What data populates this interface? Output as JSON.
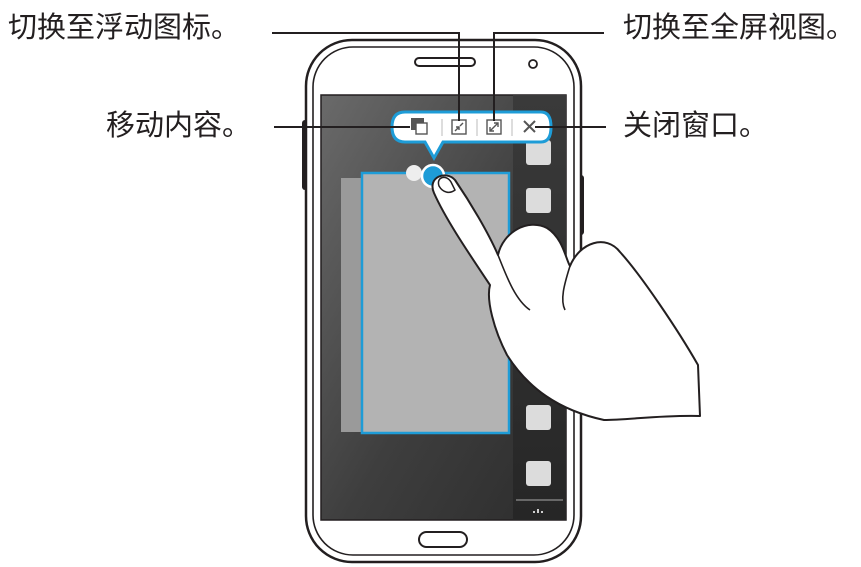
{
  "callouts": {
    "switch_to_floating_icon": "切换至浮动图标。",
    "switch_to_fullscreen": "切换至全屏视图。",
    "move_content": "移动内容。",
    "close_window": "关闭窗口。"
  },
  "colors": {
    "accent": "#1e9cd7",
    "phone_outline": "#231f20",
    "screen_dark": "#3c3c3c",
    "window_fill": "#b3b3b3"
  },
  "icons": [
    "drag-content-icon",
    "minimize-to-floating-icon",
    "fullscreen-icon",
    "close-icon"
  ]
}
